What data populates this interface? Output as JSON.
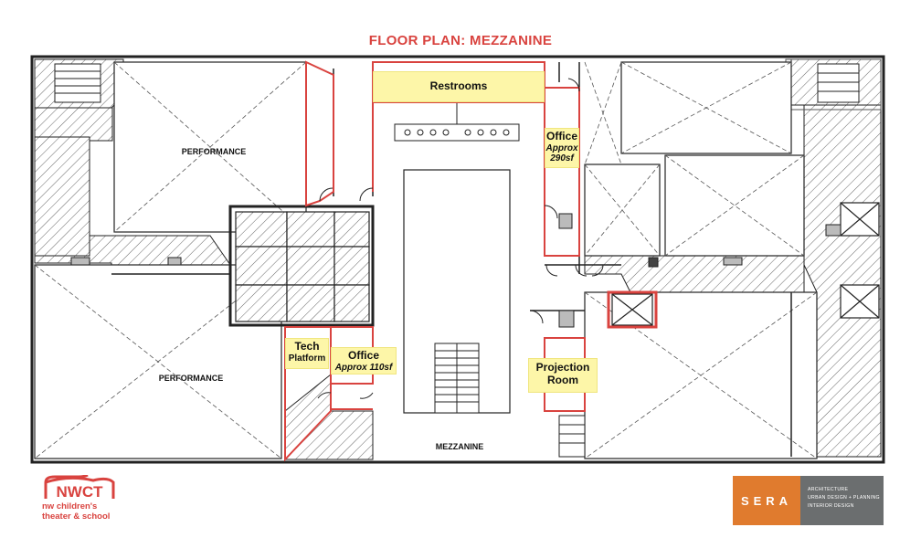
{
  "title": "FLOOR PLAN: MEZZANINE",
  "colors": {
    "title": "#d9433f",
    "highlight_outline": "#d9433f",
    "label_fill": "#fdf6a8",
    "wall": "#222222",
    "hatch": "#555555",
    "sera_orange": "#e07b2e",
    "sera_gray": "#6b6e6f",
    "nwct_red": "#d9433f"
  },
  "rooms": {
    "performance_upper": "PERFORMANCE",
    "performance_lower": "PERFORMANCE",
    "mezzanine": "MEZZANINE"
  },
  "tags": {
    "restrooms": {
      "title": "Restrooms"
    },
    "office_upper": {
      "title": "Office",
      "sub1": "Approx",
      "sub2": "290sf"
    },
    "tech": {
      "title1": "Tech",
      "title2": "Platform"
    },
    "office_lower": {
      "title": "Office",
      "sub": "Approx 110sf"
    },
    "projection": {
      "title1": "Projection",
      "title2": "Room"
    }
  },
  "logos": {
    "nwct": {
      "wordmark": "NWCT",
      "line1": "nw children's",
      "line2": "theater & school"
    },
    "sera": {
      "wordmark": "SERA",
      "line1": "ARCHITECTURE",
      "line2": "URBAN DESIGN + PLANNING",
      "line3": "INTERIOR DESIGN"
    }
  }
}
